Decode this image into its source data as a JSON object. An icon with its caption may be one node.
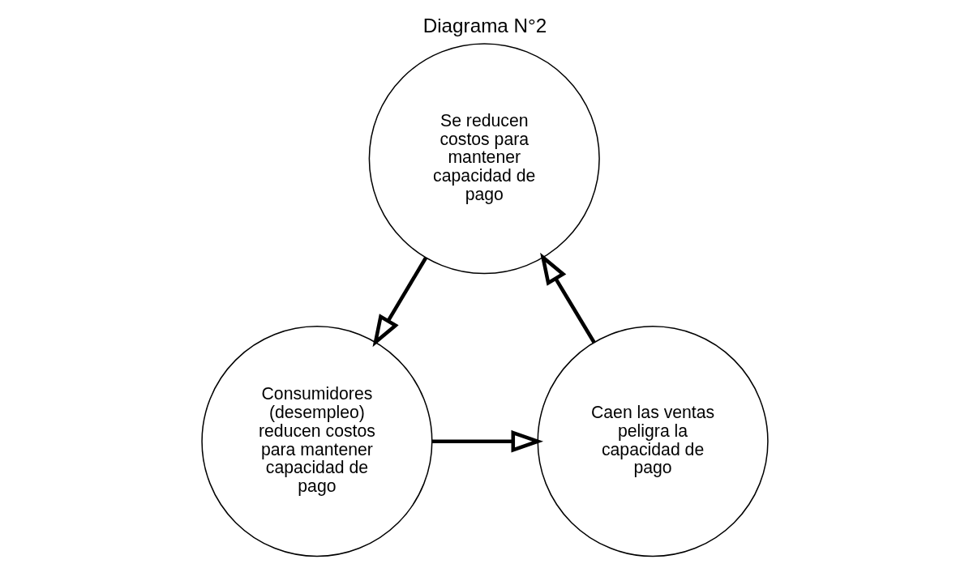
{
  "diagram": {
    "title": "Diagrama N°2",
    "nodes": [
      {
        "text": [
          "Se reducen costos para mantener capacidad de pago"
        ]
      },
      {
        "text": [
          "Caen las ventas peligra la capacidad de pago"
        ]
      },
      {
        "text": [
          "Consumidores (desempleo) reducen costos para mantener capacidad de pago"
        ]
      }
    ],
    "edges": [
      {
        "from": 1,
        "to": 0,
        "arrow": "to"
      },
      {
        "from": 0,
        "to": 2,
        "arrow": "to"
      },
      {
        "from": 2,
        "to": 1,
        "arrow": "to"
      }
    ]
  }
}
